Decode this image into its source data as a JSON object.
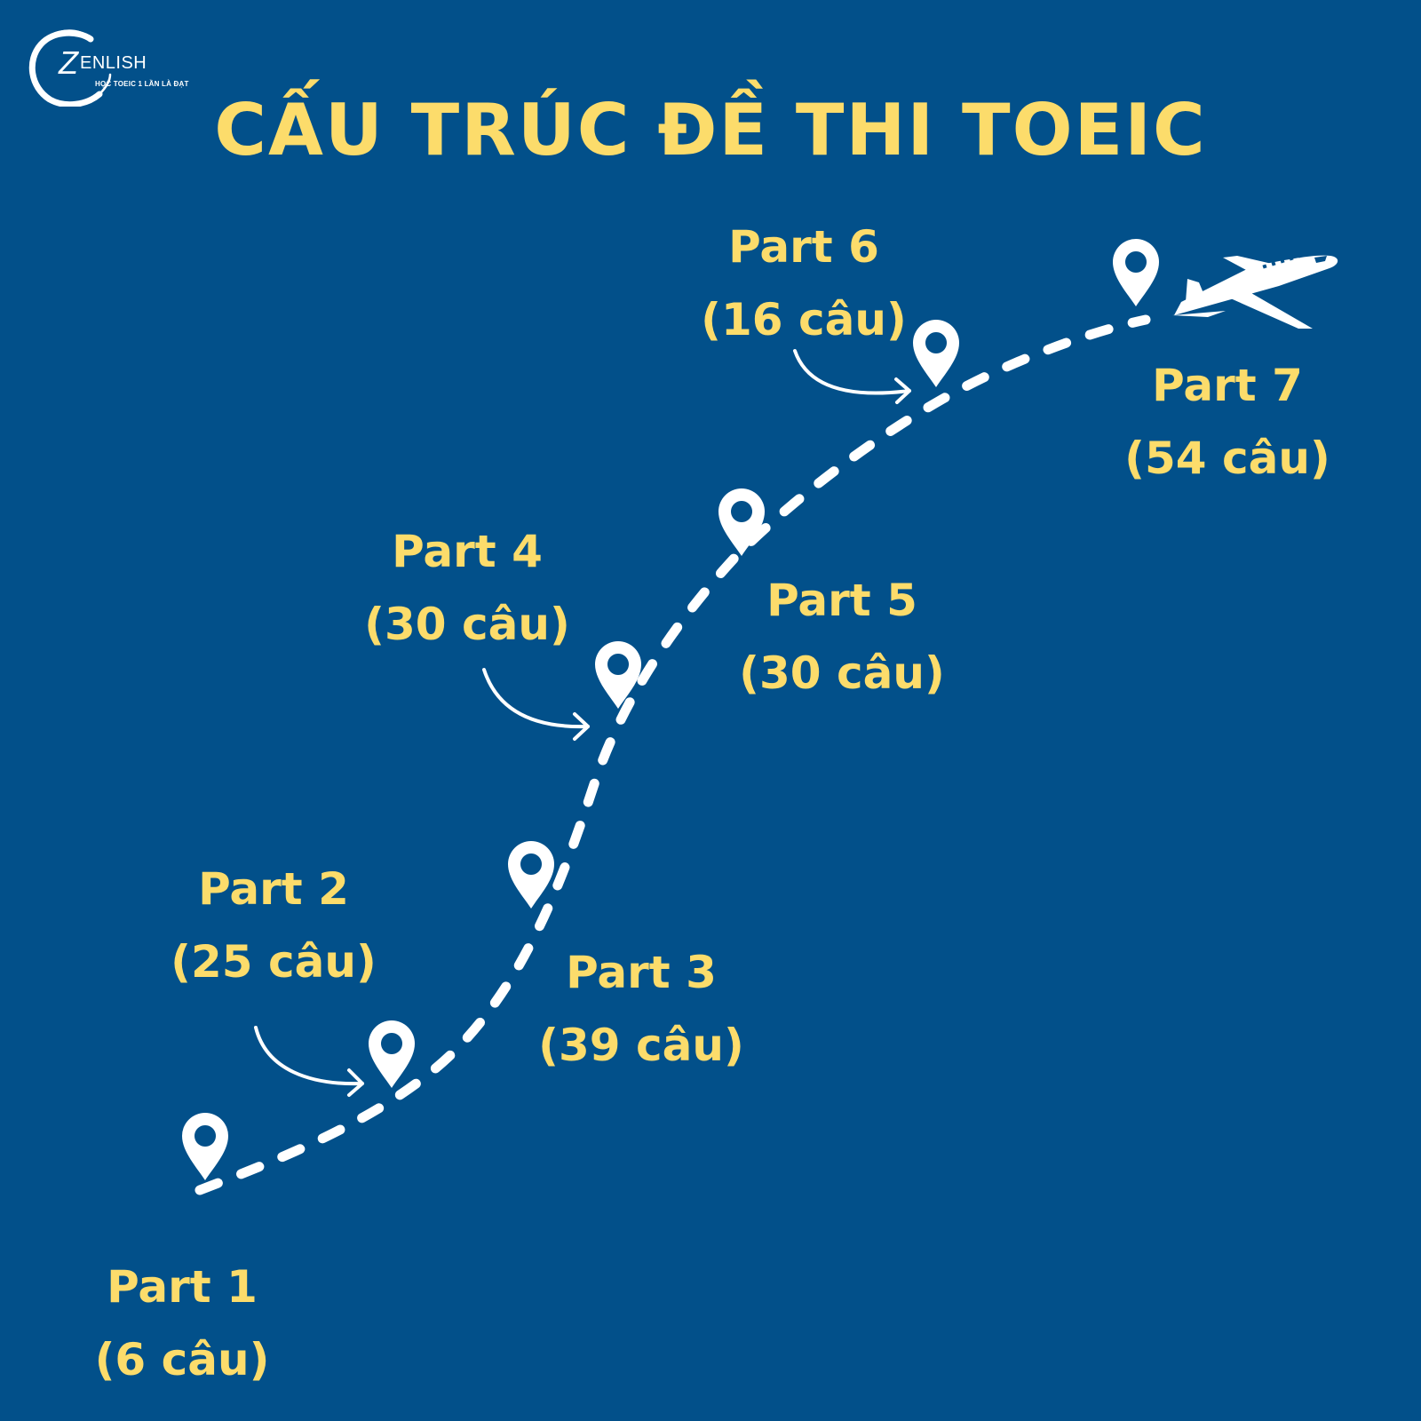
{
  "brand": {
    "name": "ENLISH",
    "logo_letter": "Z",
    "tagline": "HỌC TOEIC 1 LẦN LÀ ĐẠT"
  },
  "title": "CẤU TRÚC ĐỀ THI TOEIC",
  "colors": {
    "background": "#02508a",
    "accent": "#fcdc6b",
    "line": "#ffffff"
  },
  "parts": [
    {
      "name": "Part 1",
      "count": "(6 câu)"
    },
    {
      "name": "Part 2",
      "count": "(25 câu)"
    },
    {
      "name": "Part 3",
      "count": "(39 câu)"
    },
    {
      "name": "Part 4",
      "count": "(30 câu)"
    },
    {
      "name": "Part 5",
      "count": "(30 câu)"
    },
    {
      "name": "Part 6",
      "count": "(16 câu)"
    },
    {
      "name": "Part 7",
      "count": "(54 câu)"
    }
  ],
  "icons": [
    "location-pin-icon",
    "airplane-icon",
    "curved-arrow-icon"
  ]
}
